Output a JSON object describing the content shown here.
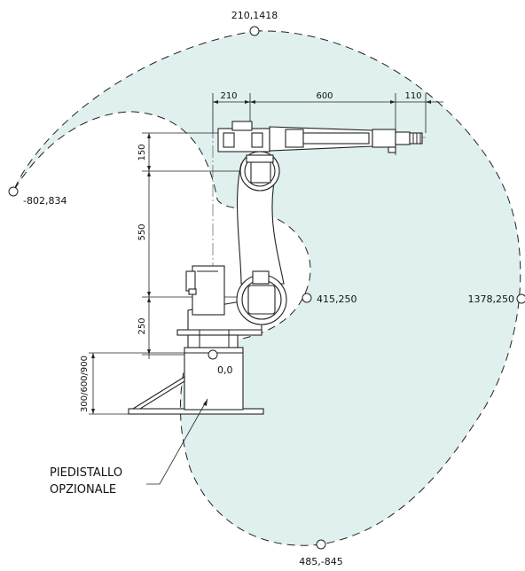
{
  "points": {
    "top": "210,1418",
    "left": "-802,834",
    "right": "1378,250",
    "inner": "415,250",
    "origin": "0,0",
    "bottom": "485,-845"
  },
  "dimensions": {
    "d210": "210",
    "d600": "600",
    "d110": "110",
    "d150": "150",
    "d550": "550",
    "d250": "250",
    "pedestal": "300/600/900"
  },
  "note": {
    "line1": "PIEDISTALLO",
    "line2": "OPZIONALE"
  },
  "colors": {
    "envelope_fill": "#dff0ee",
    "stroke": "#222222"
  }
}
